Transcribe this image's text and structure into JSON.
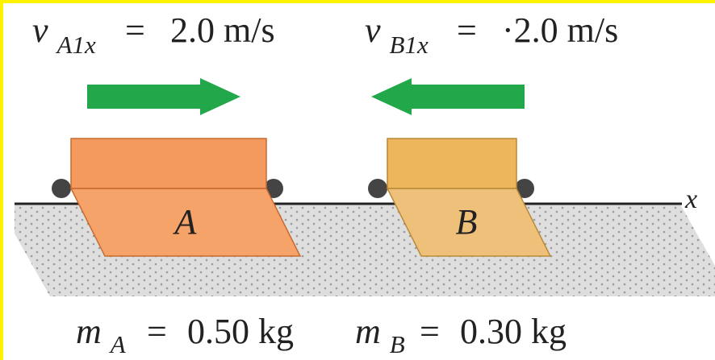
{
  "velocity_a": {
    "symbol": "v",
    "subscript": "A1x",
    "equals": "=",
    "value": "2.0 m/s"
  },
  "velocity_b": {
    "symbol": "v",
    "subscript": "B1x",
    "equals": "=",
    "value": "·2.0 m/s"
  },
  "glider_a": {
    "label": "A"
  },
  "glider_b": {
    "label": "B"
  },
  "axis": {
    "label": "x"
  },
  "mass_a": {
    "symbol": "m",
    "subscript": "A",
    "equals": "=",
    "value": "0.50 kg"
  },
  "mass_b": {
    "symbol": "m",
    "subscript": "B",
    "equals": "=",
    "value": "0.30 kg"
  },
  "colors": {
    "arrow": "#22a84a",
    "glider_a_top": "#f59a5e",
    "glider_a_body": "#f6a36a",
    "glider_b_top": "#edb55c",
    "glider_b_body": "#efc07a",
    "track": "#dcdcdc",
    "border_stripe": "#fff200"
  }
}
